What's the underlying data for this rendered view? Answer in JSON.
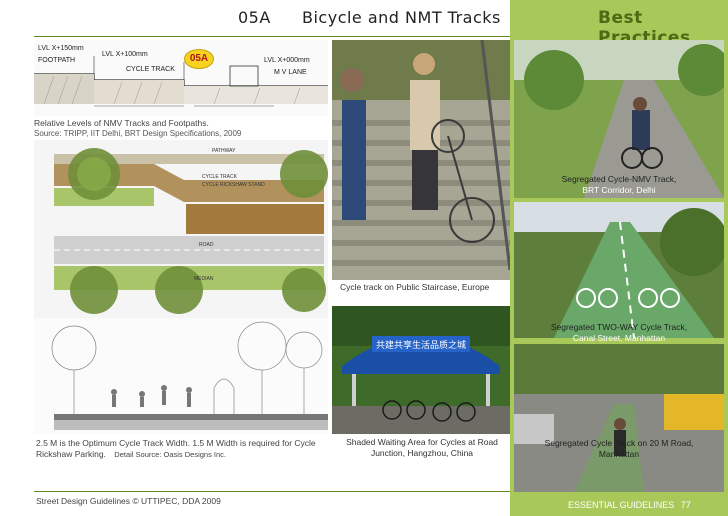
{
  "header": {
    "section_code": "05A",
    "section_title": "Bicycle and NMT Tracks",
    "side_title": "Best Practices"
  },
  "figures": {
    "badge": "05A",
    "levels": {
      "labels": [
        "LVL X+150mm",
        "FOOTPATH",
        "LVL X+100mm",
        "CYCLE TRACK",
        "LVL X+000mm",
        "M V LANE"
      ],
      "caption": "Relative Levels of NMV Tracks and Footpaths.",
      "source": "Source: TRIPP, IIT Delhi, BRT Design Specifications, 2009"
    },
    "plan": {
      "labels": [
        "PATHWAY",
        "CYCLE TRACK",
        "CYCLE RICKSHAW STAND",
        "ROAD",
        "MEDIAN"
      ]
    },
    "section_caption": "2.5 M is the Optimum Cycle Track Width. 1.5 M Width is required for Cycle Rickshaw Parking.",
    "section_source": "Detail Source: Oasis Designs Inc."
  },
  "photos": {
    "staircase_caption": "Cycle track on Public Staircase, Europe",
    "shelter_caption": "Shaded Waiting Area for Cycles at Road Junction, Hangzhou, China",
    "shelter_sign": "共建共享生活品质之城",
    "side": [
      {
        "caption": "Segregated Cycle-NMV Track,",
        "sub": "BRT Corridor, Delhi"
      },
      {
        "caption": "Segregated TWO-WAY Cycle Track,",
        "sub": "Canal Street, Manhattan"
      },
      {
        "caption": "Segregated Cycle Track on 20 M Road,",
        "sub": "Manhattan"
      }
    ]
  },
  "footer": {
    "credit": "Street Design Guidelines © UTTIPEC, DDA 2009",
    "guidelines": "ESSENTIAL GUIDELINES",
    "page": "77"
  }
}
